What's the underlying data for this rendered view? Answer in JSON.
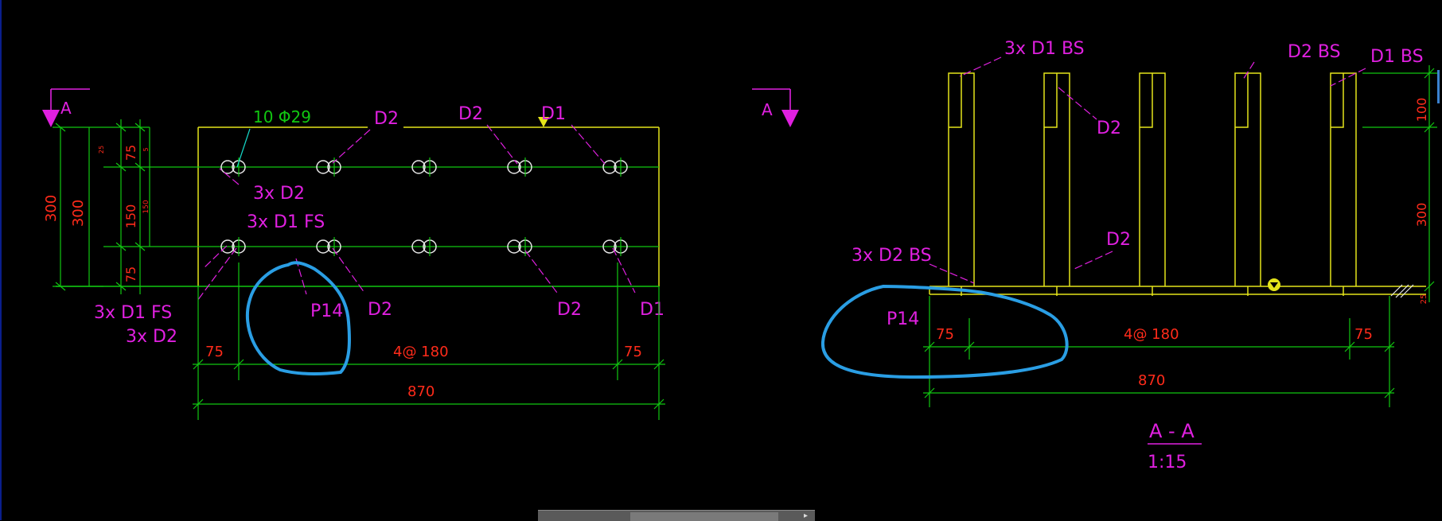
{
  "colors": {
    "background": "#000000",
    "outline_yellow": "#e4e41a",
    "dimension_green": "#11c711",
    "dimension_text_red": "#ff2b1a",
    "label_magenta": "#e020e0",
    "rebar_white": "#e8e8e8",
    "leader_cyan": "#16d8c8",
    "markup_blue": "#2a9ee4"
  },
  "plan_view": {
    "section_marks": [
      "A",
      "A"
    ],
    "rebar_callout": "10 Φ29",
    "labels": {
      "d2_top_1": "D2",
      "d2_top_2": "D2",
      "d1_top": "D1",
      "d2_mid": "3x D2",
      "d1_fs_mid": "3x D1 FS",
      "d1_fs_low": "3x D1 FS",
      "d2_low": "3x D2",
      "p14": "P14",
      "d2_bot_1": "D2",
      "d2_bot_2": "D2",
      "d1_bot": "D1"
    },
    "dims": {
      "height_total_outer": "300",
      "height_total_inner": "300",
      "d75_top": "75",
      "d150": "150",
      "d75_bottom": "75",
      "small_top": "25",
      "small_5": "5",
      "small_150": "150",
      "width_left": "75",
      "width_mid": "4@ 180",
      "width_right": "75",
      "width_total": "870"
    }
  },
  "section_view": {
    "section_mark": "A",
    "labels": {
      "d1_bs_top": "3x D1 BS",
      "d2_bs_top": "D2 BS",
      "d1_bs_right": "D1 BS",
      "d2_a": "D2",
      "d2_b": "D2",
      "d2_bs_left": "3x D2 BS",
      "p14": "P14"
    },
    "dims": {
      "width_left": "75",
      "width_mid": "4@ 180",
      "width_right": "75",
      "width_total": "870",
      "right_100": "100",
      "right_300": "300",
      "right_small": "25"
    },
    "title": "A - A",
    "scale": "1:15"
  }
}
